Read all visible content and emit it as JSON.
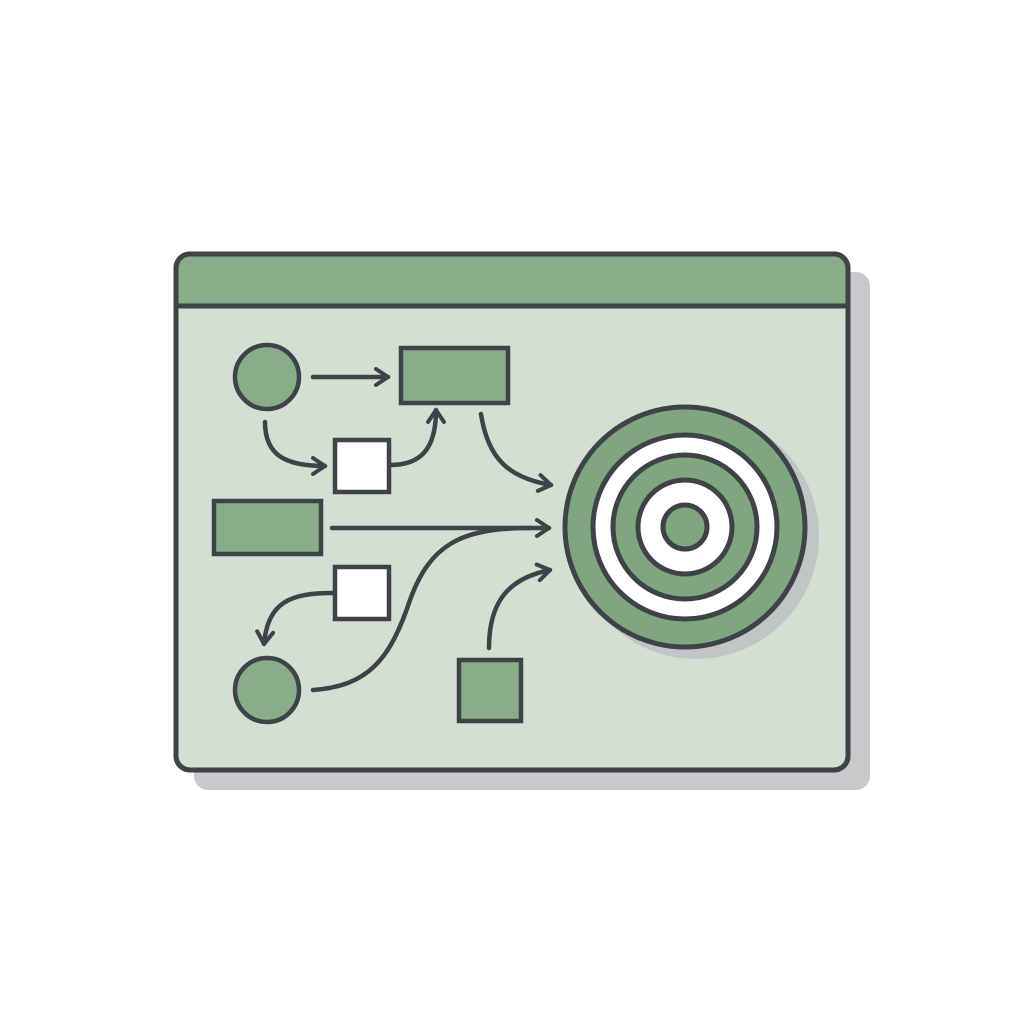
{
  "illustration": {
    "subject": "process-flow-to-target-icon",
    "icons": {
      "window": "window-frame-icon",
      "target": "bullseye-target-icon"
    },
    "colors": {
      "background": "#ffffff",
      "window_fill": "#d3e0d1",
      "title_bar": "#88ad88",
      "node_fill": "#88ad88",
      "box_fill": "#ffffff",
      "stroke": "#3e4347",
      "shadow": "#c7c9ca",
      "target_green": "#7fa67e",
      "target_white": "#ffffff"
    },
    "nodes": [
      {
        "id": "circle-top",
        "shape": "circle",
        "fill": "green"
      },
      {
        "id": "rect-top",
        "shape": "rectangle",
        "fill": "green"
      },
      {
        "id": "box-upper",
        "shape": "square",
        "fill": "white"
      },
      {
        "id": "rect-left",
        "shape": "rectangle",
        "fill": "green"
      },
      {
        "id": "box-lower",
        "shape": "square",
        "fill": "white"
      },
      {
        "id": "circle-bottom",
        "shape": "circle",
        "fill": "green"
      },
      {
        "id": "square-bottom",
        "shape": "square",
        "fill": "green"
      }
    ],
    "target_rings": 5
  }
}
